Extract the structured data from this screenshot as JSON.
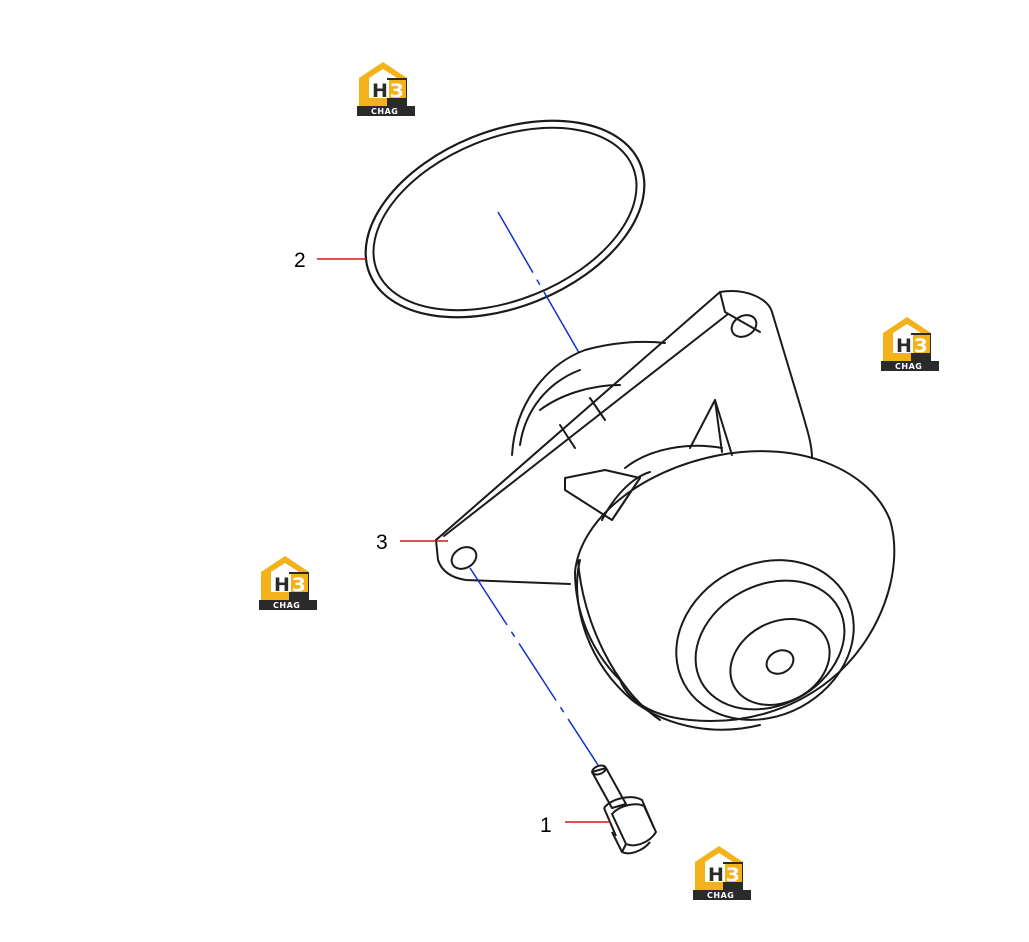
{
  "callouts": [
    {
      "number": "1",
      "part": "bolt"
    },
    {
      "number": "2",
      "part": "o-ring"
    },
    {
      "number": "3",
      "part": "water-pump"
    }
  ],
  "watermark": {
    "letter_h": "Н",
    "letter_z": "З",
    "text": "CHAG"
  },
  "colors": {
    "line_art": "#1a1a1a",
    "centerline": "#1530c8",
    "leader": "#d01818",
    "watermark_yellow": "#f3b21a",
    "watermark_dark": "#2a2a2a"
  }
}
